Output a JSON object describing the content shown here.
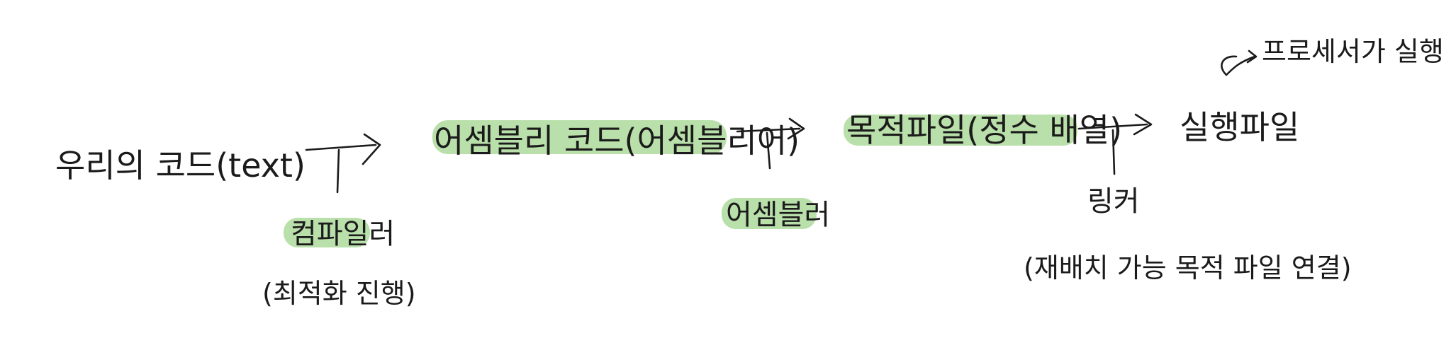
{
  "stages": {
    "source": "우리의 코드(text)",
    "assembly": "어셈블리 코드(어셈블리어)",
    "object": "목적파일(정수 배열)",
    "executable": "실행파일"
  },
  "steps": {
    "compiler": {
      "label": "컴파일러",
      "note": "(최적화 진행)"
    },
    "assembler": {
      "label": "어셈블러"
    },
    "linker": {
      "label": "링커",
      "note": "(재배치 가능 목적 파일 연결)"
    }
  },
  "run": {
    "label": "프로세서가 실행"
  },
  "colors": {
    "ink": "#1b1b1b",
    "highlight": "#b5dda5",
    "background": "#ffffff"
  }
}
